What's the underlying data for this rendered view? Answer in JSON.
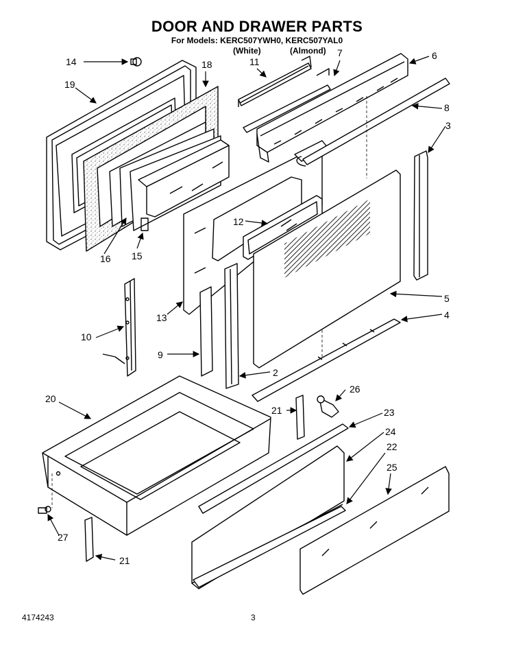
{
  "header": {
    "title": "DOOR AND DRAWER PARTS",
    "models_line": "For Models: KERC507YWH0, KERC507YAL0",
    "color_white": "(White)",
    "color_almond": "(Almond)"
  },
  "callouts": [
    "14",
    "18",
    "19",
    "11",
    "7",
    "6",
    "8",
    "3",
    "12",
    "16",
    "15",
    "13",
    "5",
    "4",
    "10",
    "9",
    "2",
    "20",
    "26",
    "21",
    "23",
    "24",
    "22",
    "25",
    "27",
    "21"
  ],
  "footer": {
    "doc_number": "4174243",
    "page_number": "3"
  }
}
